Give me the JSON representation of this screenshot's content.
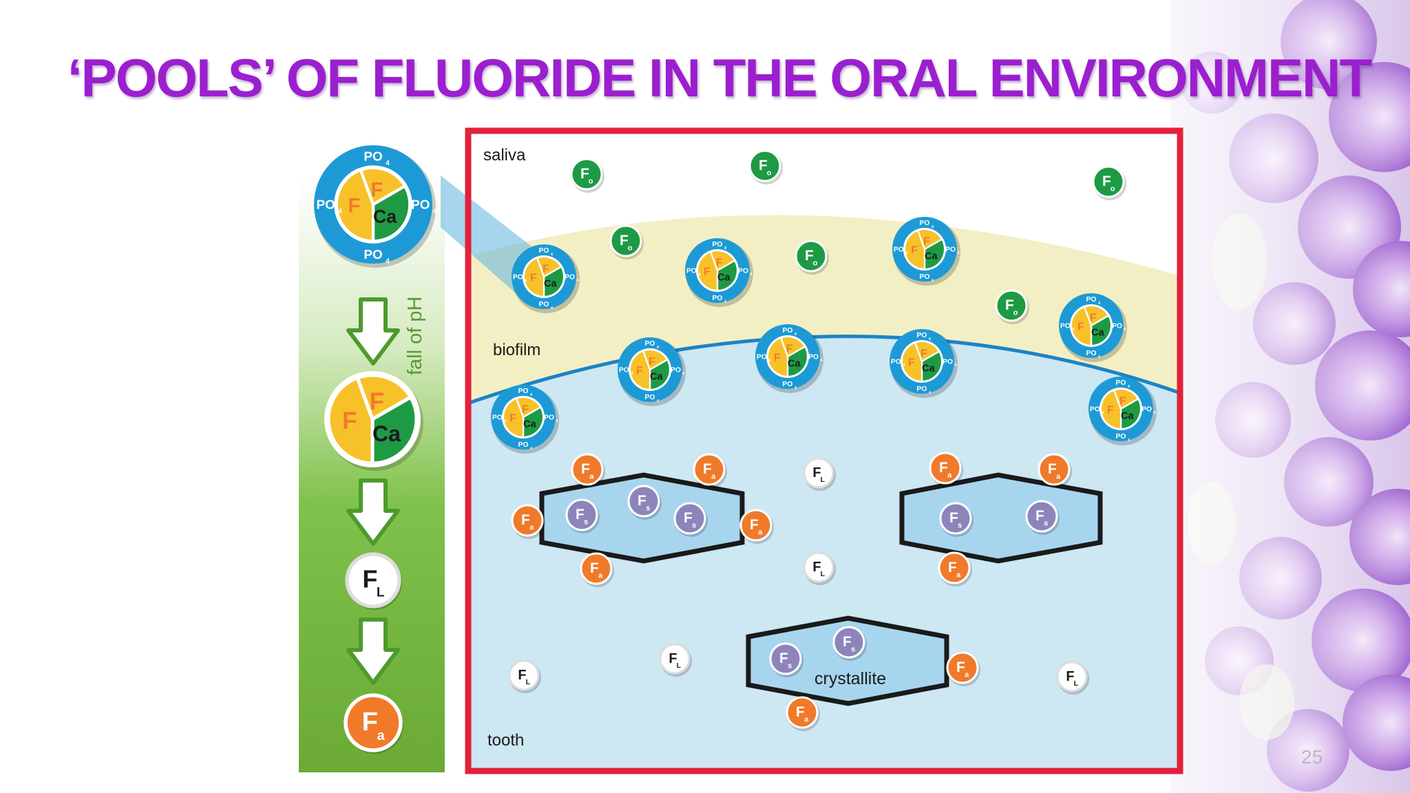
{
  "slide": {
    "title": "‘POOLS’ OF FLUORIDE IN THE ORAL ENVIRONMENT",
    "slide_number": "25"
  },
  "colors": {
    "title": "#9b1fcf",
    "border": "#e2213a",
    "saliva": "#ffffff",
    "plaque": "#f3efc4",
    "biofilm_line": "#1b83c6",
    "tooth": "#cde7f3",
    "crystal_fill": "#a8d5ee",
    "ring_blue": "#1d9ad6",
    "yellow": "#f7c12a",
    "green": "#1e9a45",
    "orange": "#f07a2a",
    "purple": "#8d85ba",
    "side_panel": "#7bbd45"
  },
  "diagram": {
    "layer_labels": {
      "saliva": "saliva",
      "biofilm": "biofilm",
      "tooth": "tooth",
      "crystallite": "crystallite"
    },
    "side_panel": {
      "label": "fall of pH",
      "phosphate": "PO",
      "phosphate_sub": "4",
      "fluoride": "F",
      "calcium": "Ca"
    },
    "tokens": {
      "F": "F",
      "o": "o",
      "s": "s",
      "a": "a",
      "L": "L",
      "PO": "PO",
      "sub4": "4",
      "Ca": "Ca"
    }
  }
}
